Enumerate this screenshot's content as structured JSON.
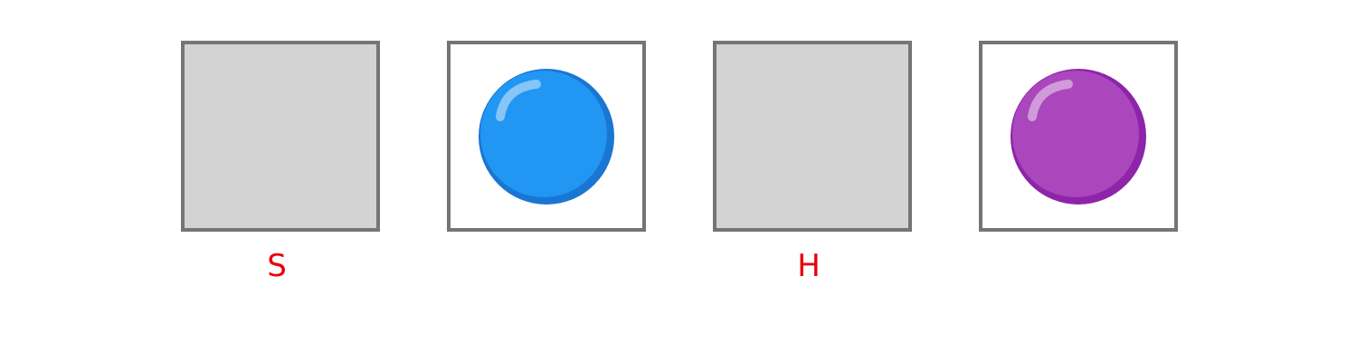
{
  "board": {
    "tiles": [
      {
        "state": "hidden",
        "label": "S"
      },
      {
        "state": "revealed",
        "orb": "blue-orb-icon",
        "color": "#2196F3",
        "shade": "#1976D2"
      },
      {
        "state": "hidden",
        "label": "H"
      },
      {
        "state": "revealed",
        "orb": "purple-orb-icon",
        "color": "#AB47BC",
        "shade": "#8E24AA"
      }
    ]
  }
}
